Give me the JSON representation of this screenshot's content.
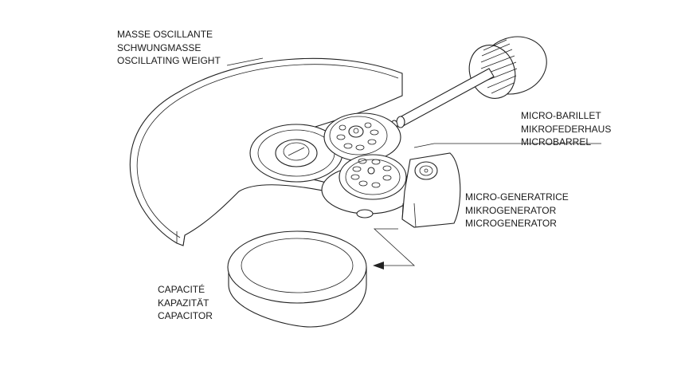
{
  "diagram": {
    "title": "Watch movement exploded view",
    "labels": {
      "oscillating_weight": [
        "MASSE OSCILLANTE",
        "SCHWUNGMASSE",
        "OSCILLATING WEIGHT"
      ],
      "microbarrel": [
        "MICRO-BARILLET",
        "MIKROFEDERHAUS",
        "MICROBARREL"
      ],
      "microgenerator": [
        "MICRO-GENERATRICE",
        "MIKROGENERATOR",
        "MICROGENERATOR"
      ],
      "capacitor": [
        "CAPACITÉ",
        "KAPAZITÄT",
        "CAPACITOR"
      ]
    },
    "components": [
      "oscillating-weight",
      "winding-crown",
      "winding-stem",
      "microbarrel",
      "gear-train",
      "microgenerator",
      "capacitor",
      "arrow-to-capacitor"
    ],
    "colors": {
      "line": "#222222",
      "text": "#1a1a1a",
      "background": "#ffffff"
    }
  }
}
